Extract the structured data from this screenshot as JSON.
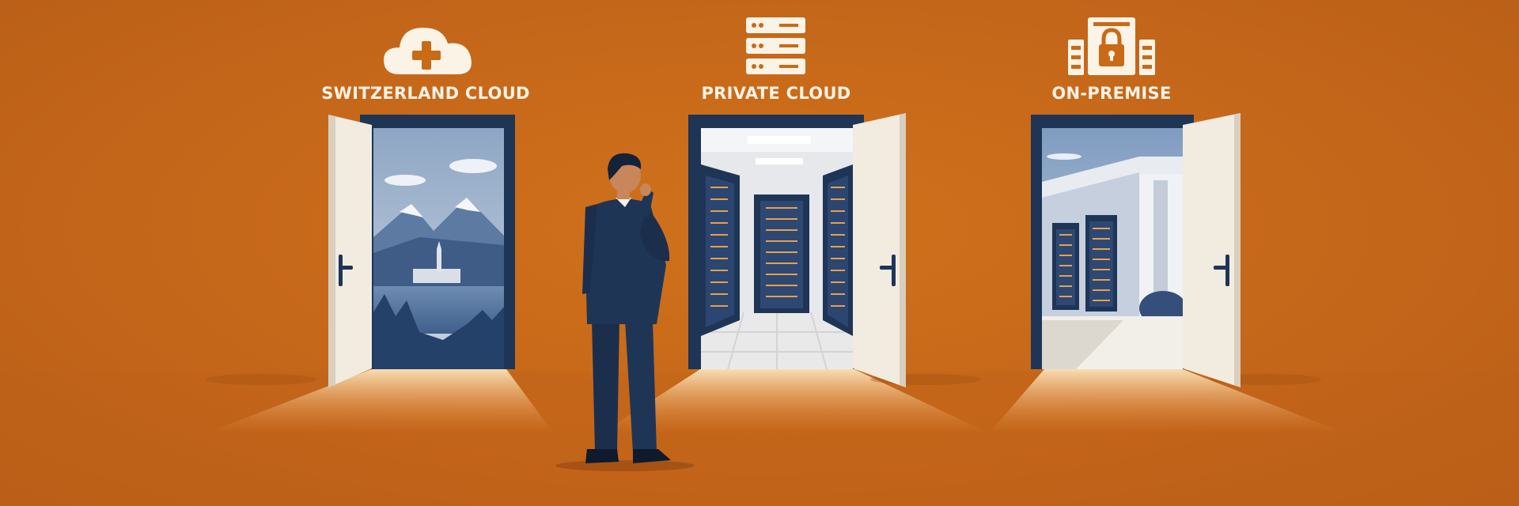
{
  "options": [
    {
      "id": "switzerland",
      "label": "SWITZERLAND CLOUD",
      "icon": "cloud-plus-icon",
      "scene": "alpine-lake-village"
    },
    {
      "id": "private",
      "label": "PRIVATE CLOUD",
      "icon": "server-stack-icon",
      "scene": "server-room"
    },
    {
      "id": "onpremise",
      "label": "ON-PREMISE",
      "icon": "secure-datacenter-icon",
      "scene": "datacenter-building"
    }
  ],
  "colors": {
    "background": "#c96a16",
    "navy": "#1e3556",
    "door": "#f2ebdf",
    "label": "#fbf3e6",
    "light": "#f6d9a9"
  },
  "figure": {
    "description_icon": "thinking-businessman"
  }
}
